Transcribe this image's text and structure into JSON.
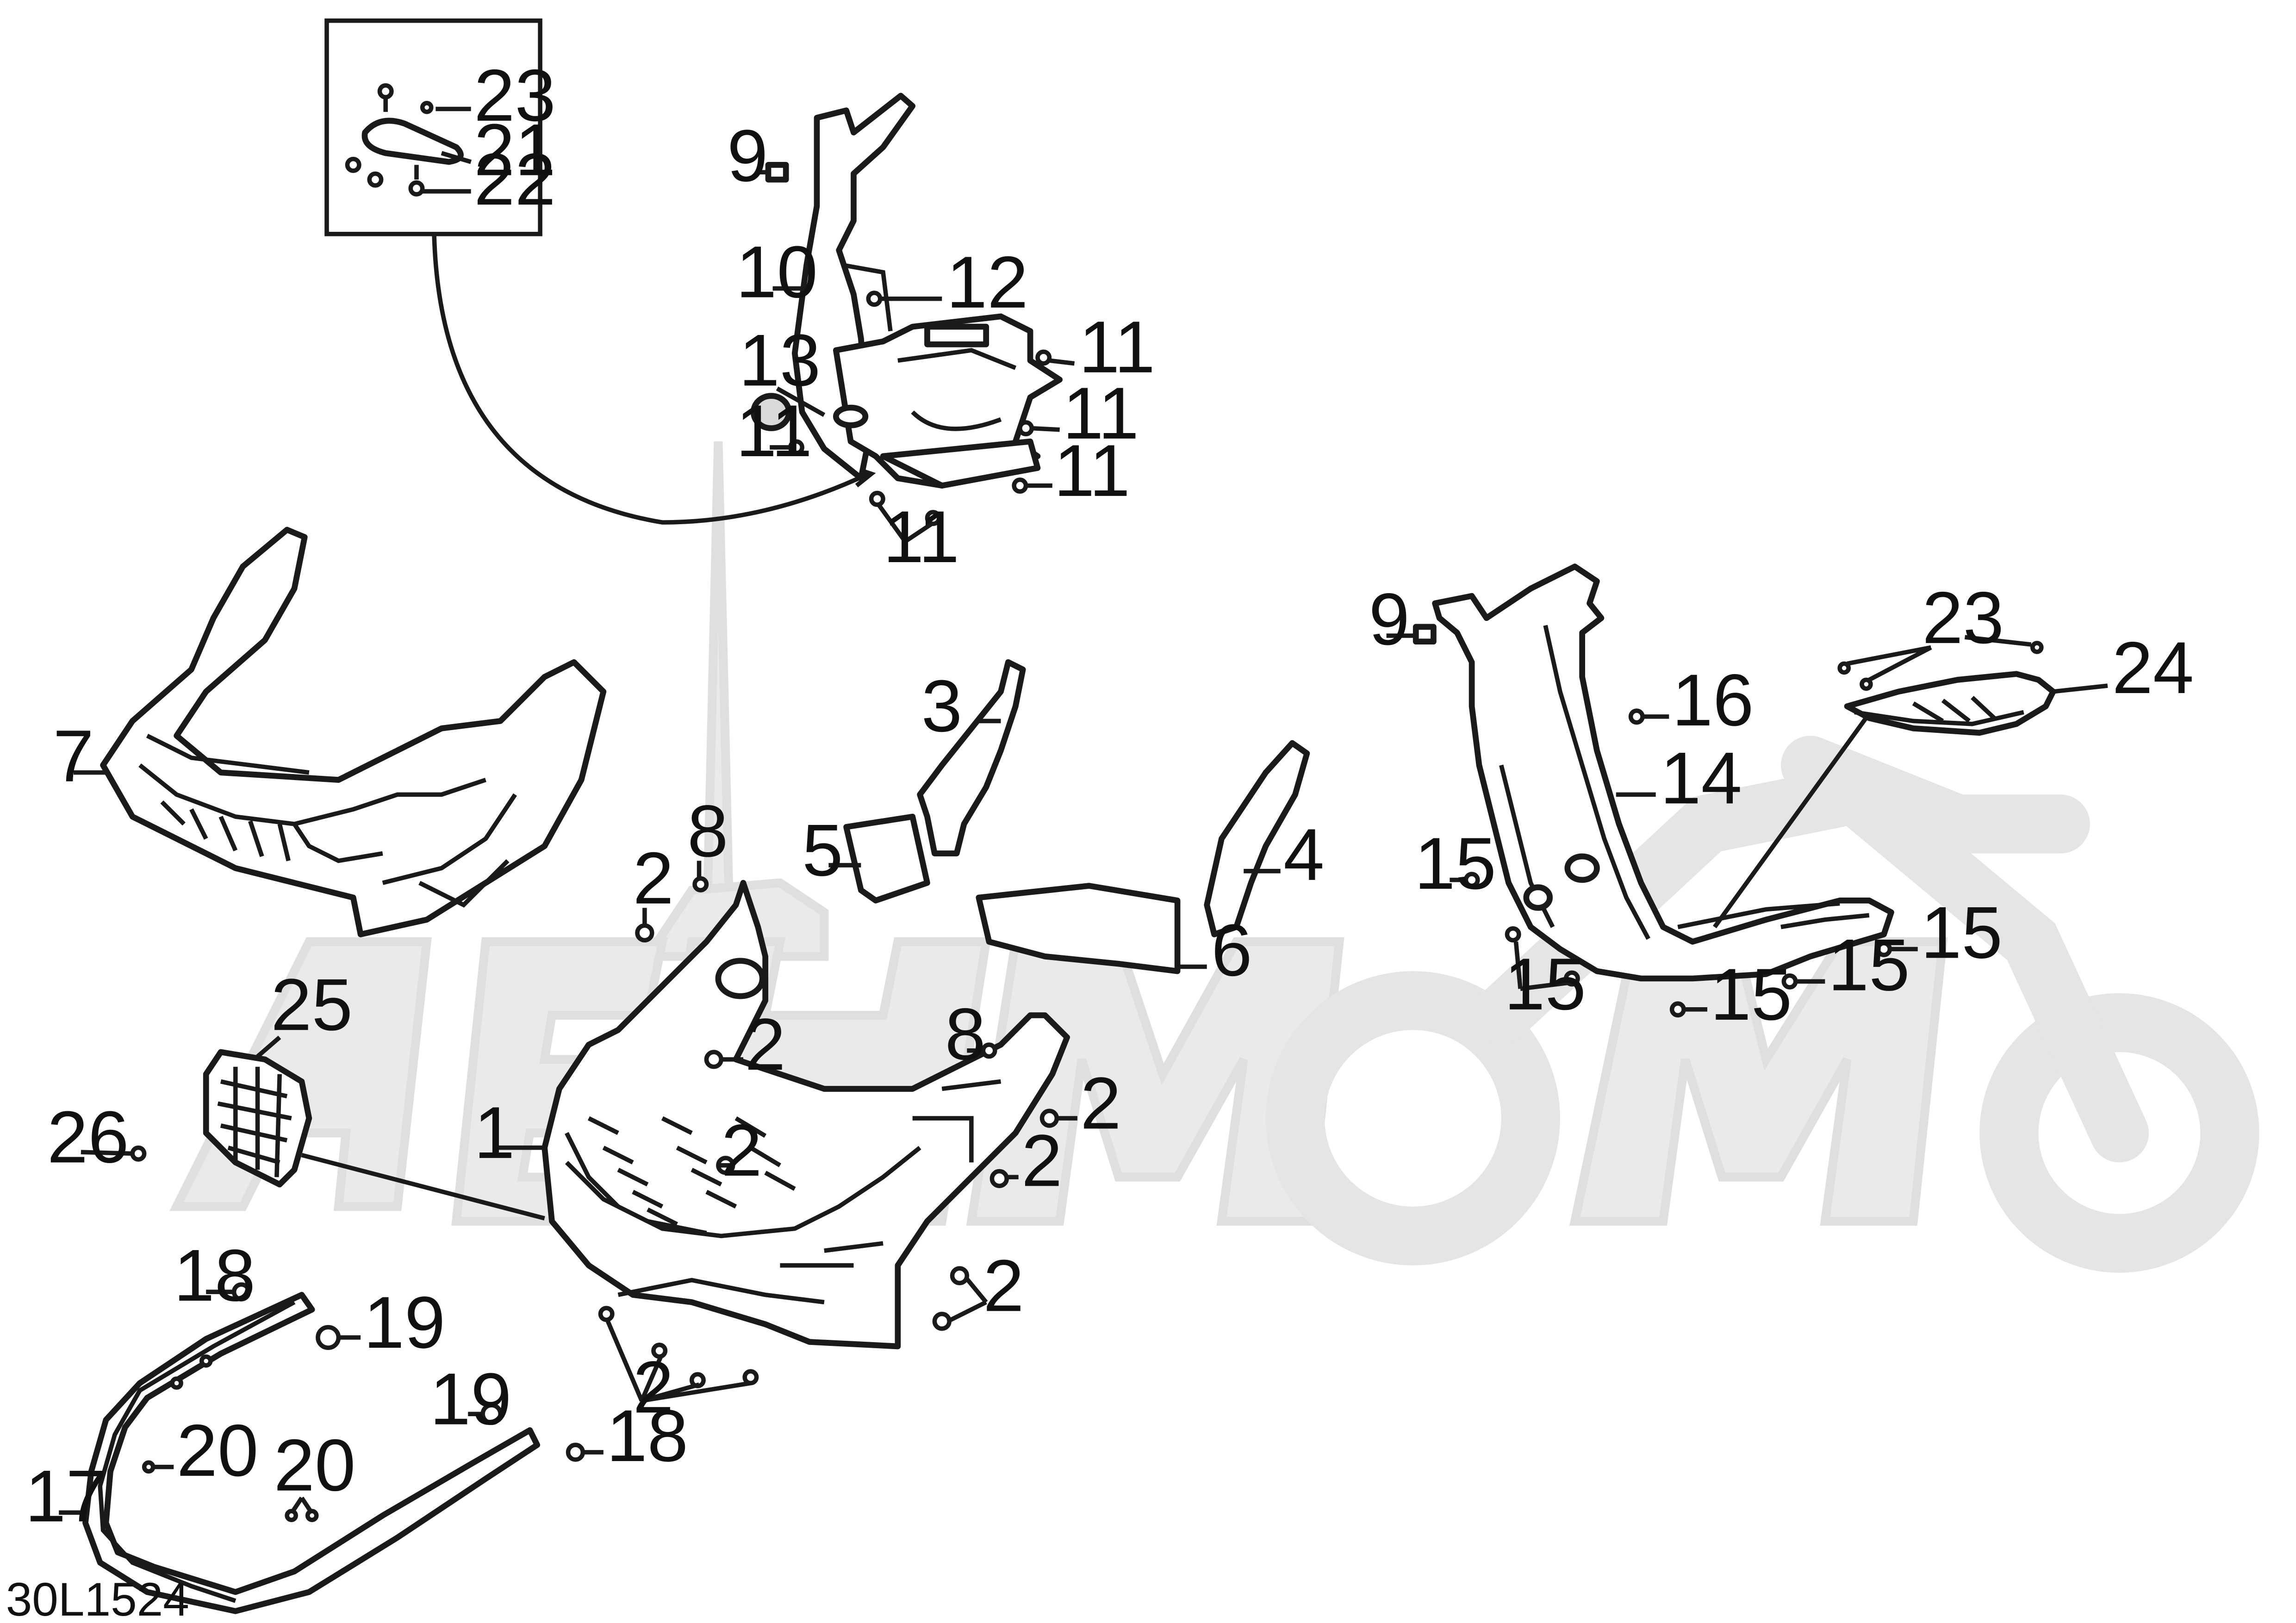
{
  "diagram_code": "30L1524",
  "watermark_text": "АвтоМото",
  "callouts": {
    "c1": "1",
    "c2": "2",
    "c3": "3",
    "c4": "4",
    "c5": "5",
    "c6": "6",
    "c7": "7",
    "c8": "8",
    "c9": "9",
    "c10": "10",
    "c11": "11",
    "c12": "12",
    "c13": "13",
    "c14": "14",
    "c15": "15",
    "c16": "16",
    "c17": "17",
    "c18": "18",
    "c19": "19",
    "c20": "20",
    "c21": "21",
    "c22": "22",
    "c23": "23",
    "c24": "24",
    "c25": "25",
    "c26": "26"
  },
  "colors": {
    "line": "#1a1a1a",
    "watermark": "#e8e8e8",
    "background": "#ffffff"
  }
}
